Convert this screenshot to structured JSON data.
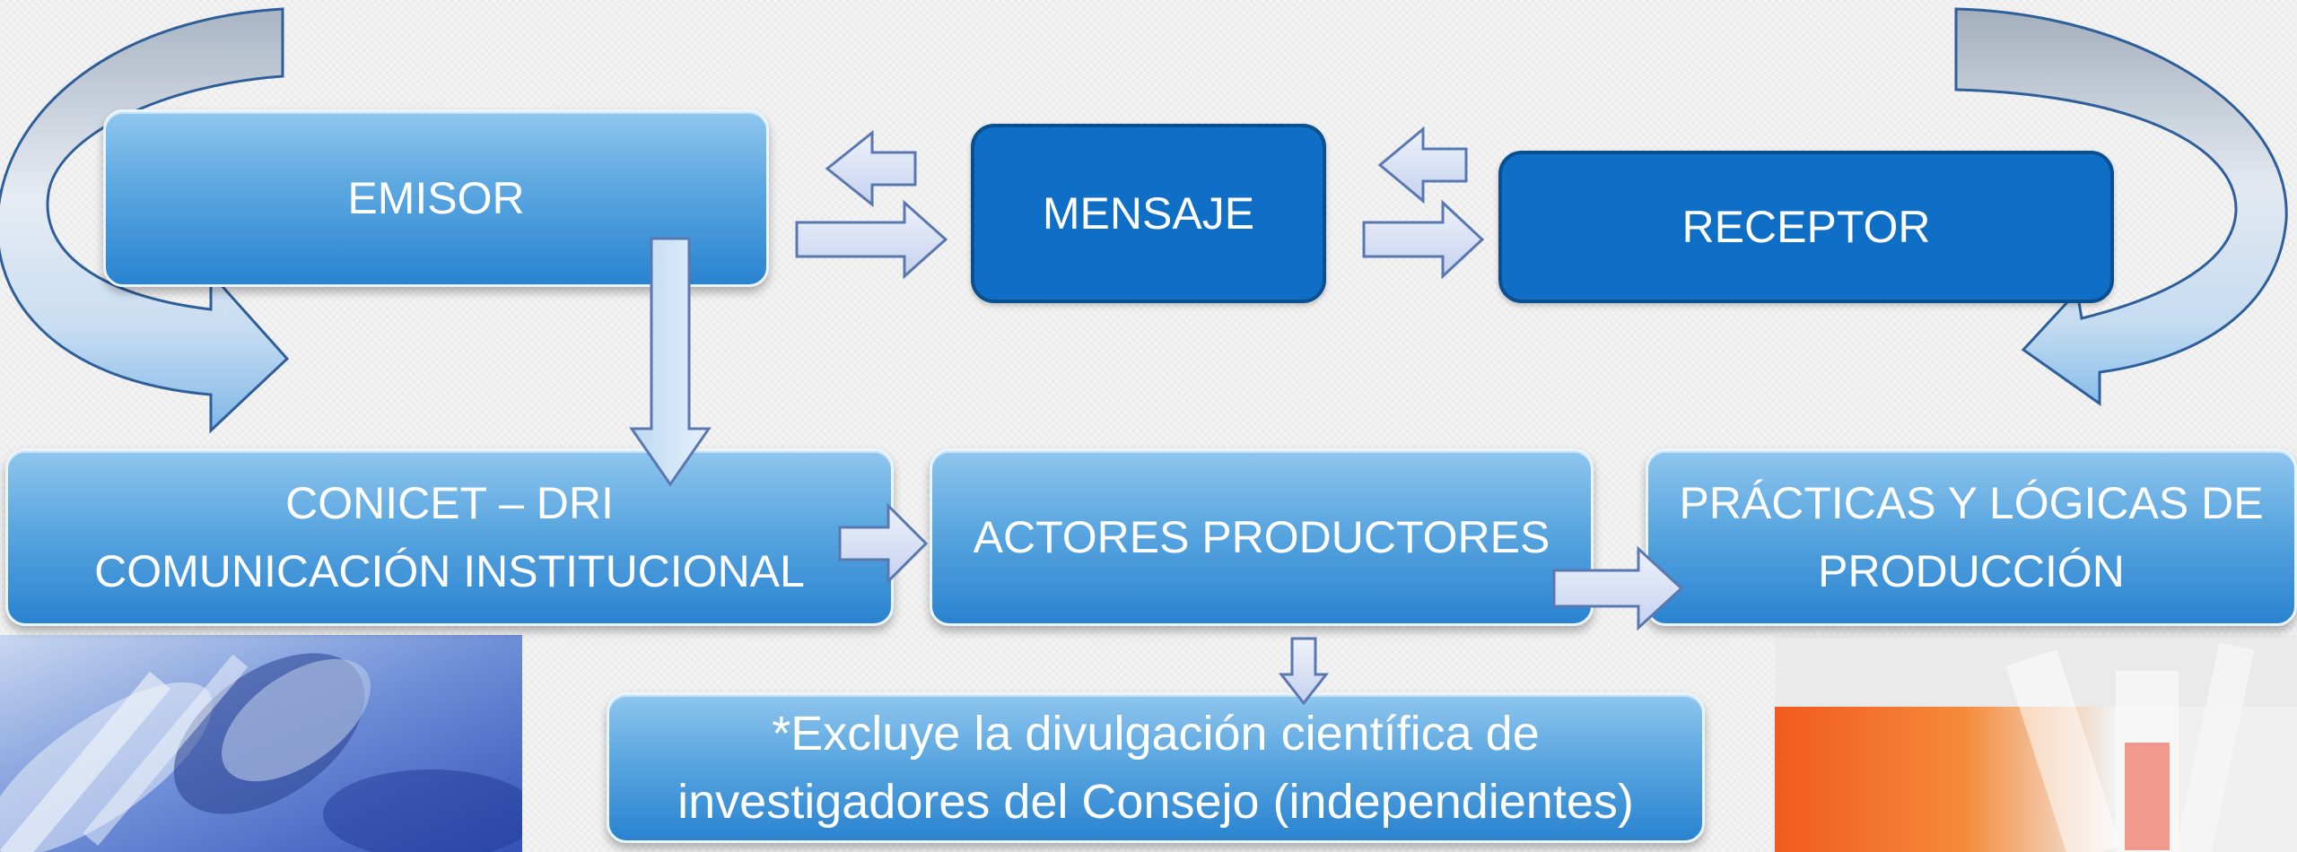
{
  "nodes": {
    "emisor": "EMISOR",
    "mensaje": "MENSAJE",
    "receptor": "RECEPTOR",
    "conicet_line1": "CONICET – DRI",
    "conicet_line2": "COMUNICACIÓN INSTITUCIONAL",
    "actores": "ACTORES PRODUCTORES",
    "practicas_line1": "PRÁCTICAS Y LÓGICAS DE",
    "practicas_line2": "PRODUCCIÓN",
    "note_line1": "*Excluye la divulgación científica de",
    "note_line2": "investigadores del Consejo (independientes)"
  },
  "images": {
    "left": "lab-glassware-photo",
    "right": "test-tubes-photo"
  },
  "colors": {
    "light_box_top": "#8fc6ee",
    "light_box_bottom": "#2a83d0",
    "dark_box": "#0f6fc6",
    "arrow_fill": "#dde4f6",
    "arrow_stroke": "#5a78b0"
  }
}
